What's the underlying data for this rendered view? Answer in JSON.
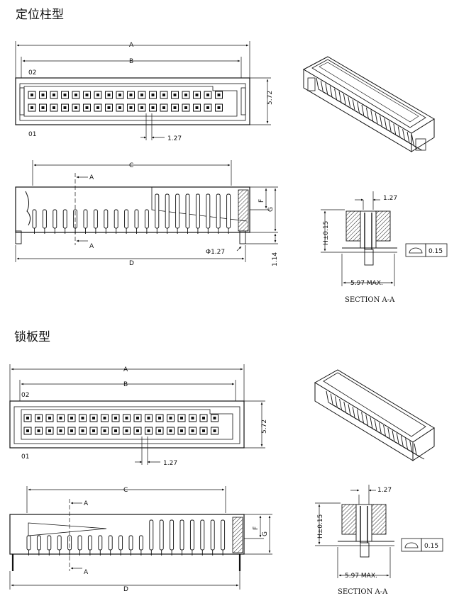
{
  "sections": [
    {
      "title": "定位柱型",
      "top_view": {
        "dim_a": "A",
        "dim_b": "B",
        "pin_first": "01",
        "pin_second": "02",
        "height": "5.72",
        "pitch": "1.27"
      },
      "side_view": {
        "dim_c": "C",
        "dim_d": "D",
        "dim_f": "F",
        "dim_g": "G",
        "cut_a": "A",
        "post_dia": "Φ1.27",
        "post_len": "1.14"
      },
      "section_view": {
        "pitch": "1.27",
        "height": "H±0.15",
        "width": "5.97 MAX.",
        "flatness": "0.15",
        "caption": "SECTION A-A"
      }
    },
    {
      "title": "锁板型",
      "top_view": {
        "dim_a": "A",
        "dim_b": "B",
        "pin_first": "01",
        "pin_second": "02",
        "height": "5.72",
        "pitch": "1.27"
      },
      "side_view": {
        "dim_c": "C",
        "dim_d": "D",
        "dim_f": "F",
        "dim_g": "G",
        "cut_a": "A"
      },
      "section_view": {
        "pitch": "1.27",
        "height": "H±0.15",
        "width": "5.97 MAX.",
        "flatness": "0.15",
        "caption": "SECTION A-A"
      }
    }
  ]
}
